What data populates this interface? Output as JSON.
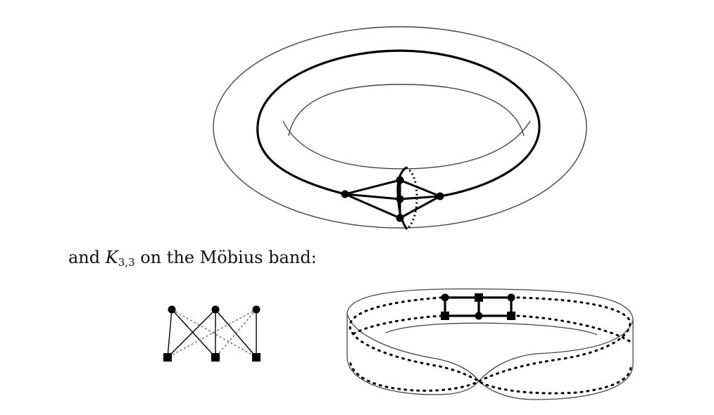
{
  "caption": {
    "before": "and ",
    "symbol": "K",
    "subscript": "3,3",
    "after": " on the Möbius band:"
  },
  "colors": {
    "ink": "#000000",
    "surface_line": "#444444",
    "background": "#ffffff"
  },
  "figures": [
    {
      "id": "torus",
      "content": "graph drawn on a torus with a highlighted meridian circle"
    },
    {
      "id": "k33-abstract",
      "content": "bipartite graph K3,3 with 3 circle vertices and 3 square vertices"
    },
    {
      "id": "mobius-band",
      "content": "K3,3 embedded on a Möbius band with dotted boundary"
    }
  ]
}
